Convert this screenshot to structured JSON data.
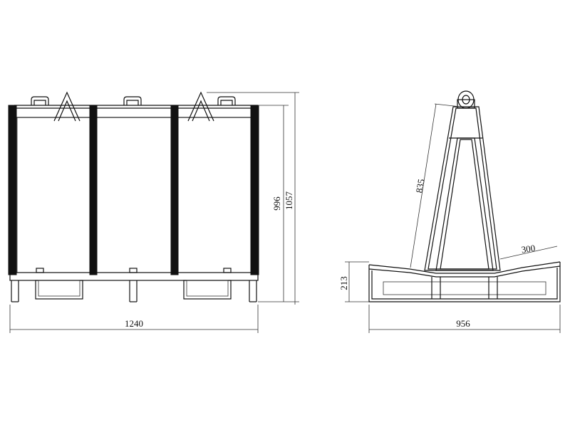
{
  "front_view": {
    "dimensions": {
      "width": "1240",
      "frame_height": "996",
      "overall_height": "1057"
    }
  },
  "side_view": {
    "dimensions": {
      "base_width": "956",
      "base_height": "213",
      "incline_length": "835",
      "arm_length": "300"
    }
  },
  "colors": {
    "line": "#111111",
    "background": "#ffffff"
  }
}
